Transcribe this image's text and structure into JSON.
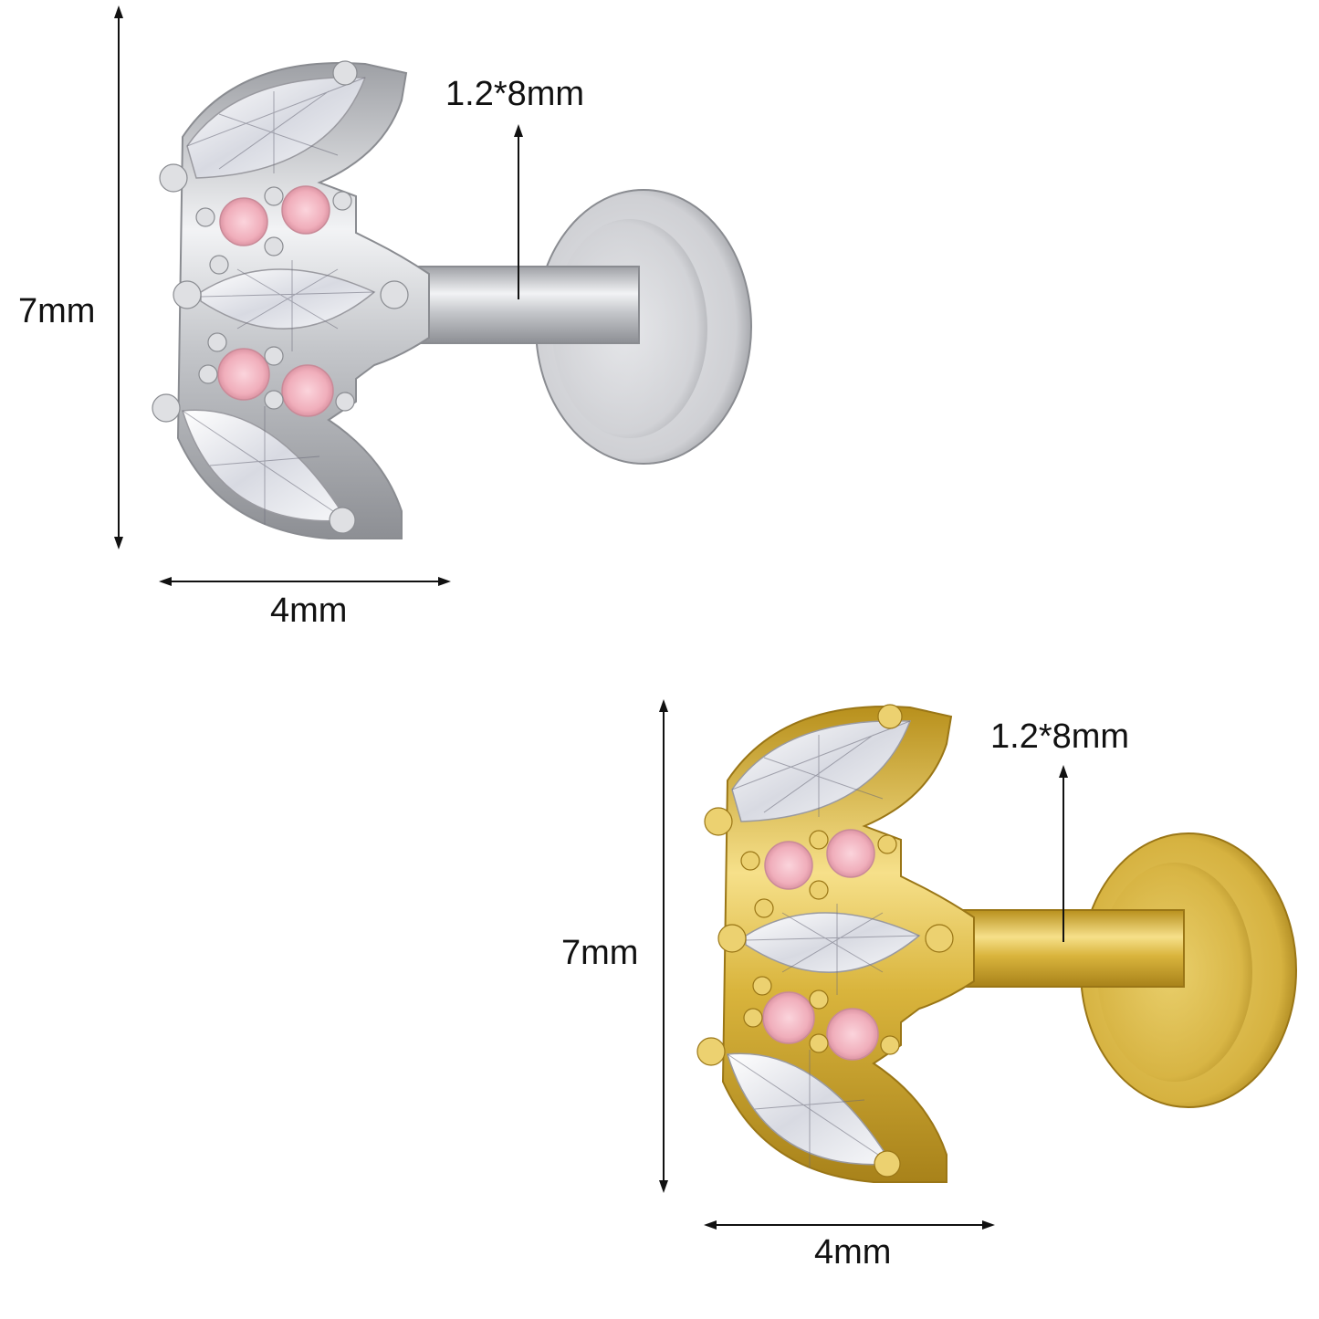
{
  "products": [
    {
      "metal": "silver",
      "dimensions": {
        "height": "7mm",
        "width": "4mm",
        "bar": "1.2*8mm"
      }
    },
    {
      "metal": "gold",
      "dimensions": {
        "height": "7mm",
        "width": "4mm",
        "bar": "1.2*8mm"
      }
    }
  ],
  "colors": {
    "silver": "#c8c9cc",
    "gold": "#d9b43c",
    "pink_stone": "#f0aebb",
    "clear_stone": "#e9ebf0"
  }
}
